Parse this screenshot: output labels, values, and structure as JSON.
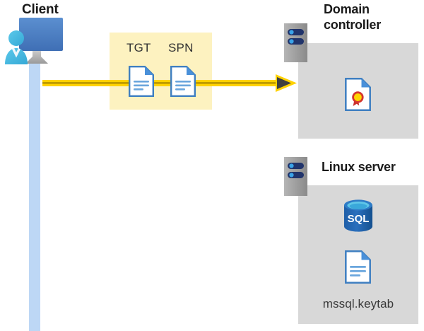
{
  "diagram": {
    "title_client": "Client",
    "title_domain_controller": "Domain\ncontroller",
    "title_linux_server": "Linux server",
    "tokens": [
      {
        "label": "TGT",
        "icon": "document-icon"
      },
      {
        "label": "SPN",
        "icon": "document-icon"
      }
    ],
    "flow": {
      "direction": "client-to-domain-controller",
      "line_color": "#ffd200",
      "arrowhead_color": "#404040"
    },
    "domain_controller": {
      "panel_color": "#d8d8d8",
      "contents": [
        {
          "icon": "certificate-document-icon",
          "label": ""
        }
      ]
    },
    "linux_server": {
      "panel_color": "#d8d8d8",
      "contents": [
        {
          "icon": "sql-database-icon",
          "label": "SQL"
        },
        {
          "icon": "document-icon",
          "label": "mssql.keytab"
        }
      ],
      "sql_label": "SQL",
      "keytab_filename": "mssql.keytab"
    },
    "highlight_band_color": "#fdf2c0",
    "lifeline_color": "#bdd7f5"
  }
}
